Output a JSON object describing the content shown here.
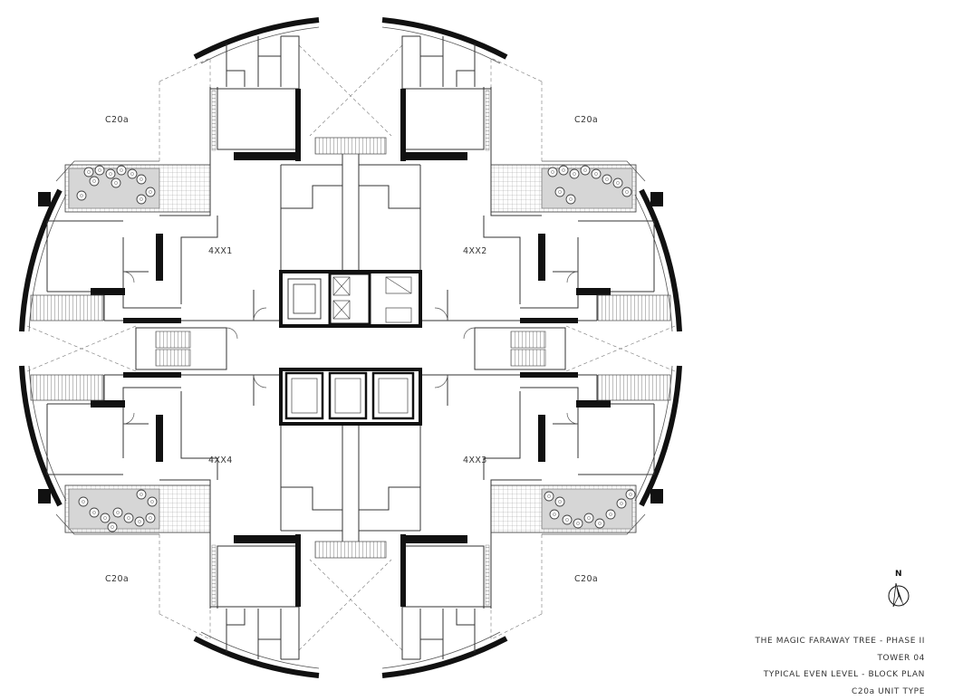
{
  "units": {
    "nw": {
      "code": "4XX1",
      "type": "C20a"
    },
    "ne": {
      "code": "4XX2",
      "type": "C20a"
    },
    "se": {
      "code": "4XX3",
      "type": "C20a"
    },
    "sw": {
      "code": "4XX4",
      "type": "C20a"
    }
  },
  "north_label": "N",
  "title_block": {
    "project": "THE MAGIC FARAWAY TREE - PHASE II",
    "tower": "TOWER 04",
    "level": "TYPICAL EVEN LEVEL - BLOCK PLAN",
    "unit_type": "C20a UNIT TYPE"
  },
  "colors": {
    "wall": "#111111",
    "line": "#333333",
    "planting": "#d6d6d6"
  },
  "icons": [
    "north-arrow-icon",
    "tree-planting-icon",
    "stair-icon",
    "lift-icon"
  ]
}
